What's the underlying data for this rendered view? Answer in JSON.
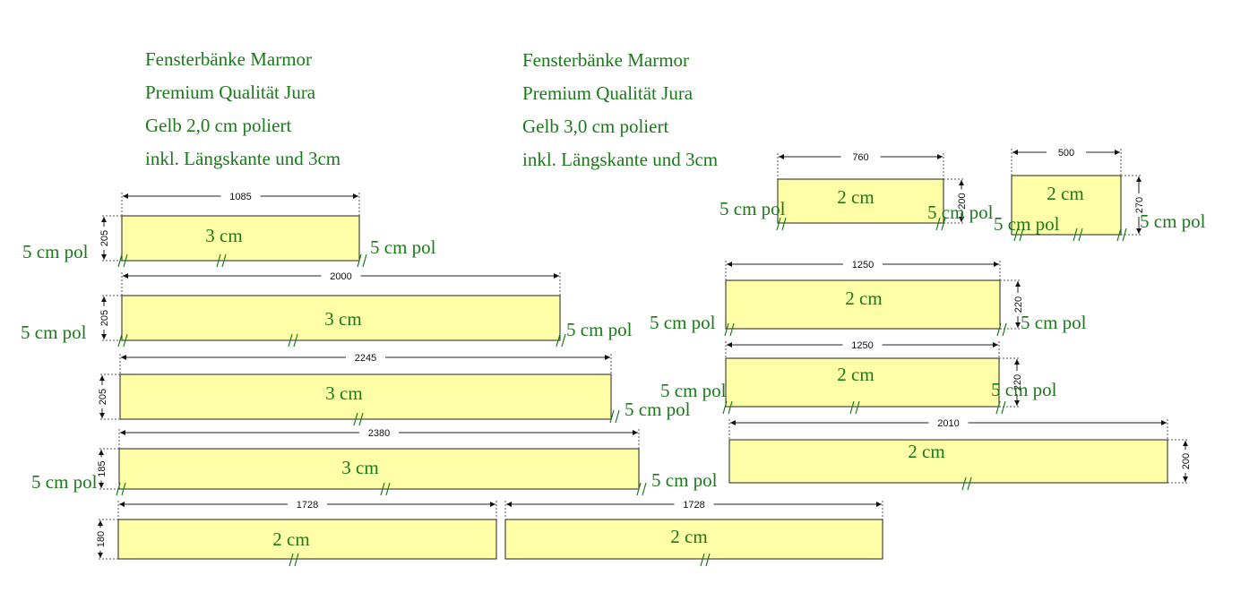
{
  "headers": {
    "left": {
      "line1": "Fensterbänke Marmor",
      "line2": "Premium Qualität Jura",
      "line3": "Gelb 2,0 cm poliert",
      "line4": "inkl. Längskante und 3cm"
    },
    "right": {
      "line1": "Fensterbänke Marmor",
      "line2": "Premium Qualität Jura",
      "line3": "Gelb 3,0 cm poliert",
      "line4": "inkl. Längskante und 3cm"
    }
  },
  "colors": {
    "plate_fill": "#ffffa8",
    "text_green": "#1a7a1a",
    "outline": "#222222"
  },
  "pieces": [
    {
      "id": "p1085",
      "length": "1085",
      "depth": "205",
      "thickness": "3 cm",
      "left_label": "5 cm pol",
      "right_label": "5 cm pol"
    },
    {
      "id": "p2000",
      "length": "2000",
      "depth": "205",
      "thickness": "3 cm",
      "left_label": "5 cm pol",
      "right_label": "5 cm pol"
    },
    {
      "id": "p2245",
      "length": "2245",
      "depth": "205",
      "thickness": "3 cm",
      "left_label": "",
      "right_label": "5 cm pol"
    },
    {
      "id": "p2380",
      "length": "2380",
      "depth": "185",
      "thickness": "3 cm",
      "left_label": "5 cm pol",
      "right_label": "5 cm pol"
    },
    {
      "id": "p1728a",
      "length": "1728",
      "depth": "180",
      "thickness": "2 cm",
      "left_label": "",
      "right_label": ""
    },
    {
      "id": "p1728b",
      "length": "1728",
      "depth": "",
      "thickness": "2 cm",
      "left_label": "",
      "right_label": ""
    },
    {
      "id": "p760",
      "length": "760",
      "depth": "200",
      "thickness": "2 cm",
      "left_label": "5 cm pol",
      "right_label": "5 cm pol"
    },
    {
      "id": "p500",
      "length": "500",
      "depth": "270",
      "thickness": "2 cm",
      "left_label": "5 cm pol",
      "right_label": "5 cm pol"
    },
    {
      "id": "p1250a",
      "length": "1250",
      "depth": "220",
      "thickness": "2 cm",
      "left_label": "5 cm pol",
      "right_label": "5 cm pol"
    },
    {
      "id": "p1250b",
      "length": "1250",
      "depth": "220",
      "thickness": "2 cm",
      "left_label": "5 cm pol",
      "right_label": "5 cm pol"
    },
    {
      "id": "p2010",
      "length": "2010",
      "depth": "200",
      "thickness": "2 cm",
      "left_label": "",
      "right_label": ""
    }
  ]
}
